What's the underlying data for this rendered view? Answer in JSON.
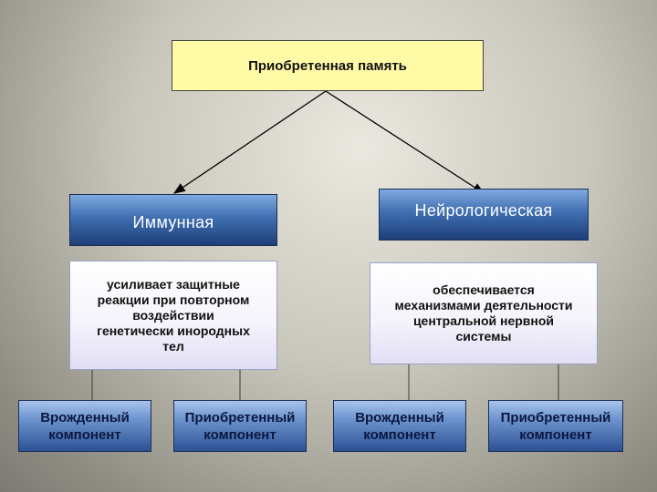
{
  "root": {
    "label": "Приобретенная память"
  },
  "branches": [
    {
      "label": "Иммунная",
      "description": [
        "усиливает защитные",
        "реакции при повторном",
        "воздействии",
        "генетически инородных",
        "тел"
      ],
      "components": [
        {
          "line1": "Врожденный",
          "line2": "компонент"
        },
        {
          "line1": "Приобретенный",
          "line2": "компонент"
        }
      ]
    },
    {
      "label": "Нейрологическая",
      "description": [
        "обеспечивается",
        "механизмами деятельности",
        "центральной нервной",
        "системы"
      ],
      "components": [
        {
          "line1": "Врожденный",
          "line2": "компонент"
        },
        {
          "line1": "Приобретенный",
          "line2": "компонент"
        }
      ]
    }
  ]
}
